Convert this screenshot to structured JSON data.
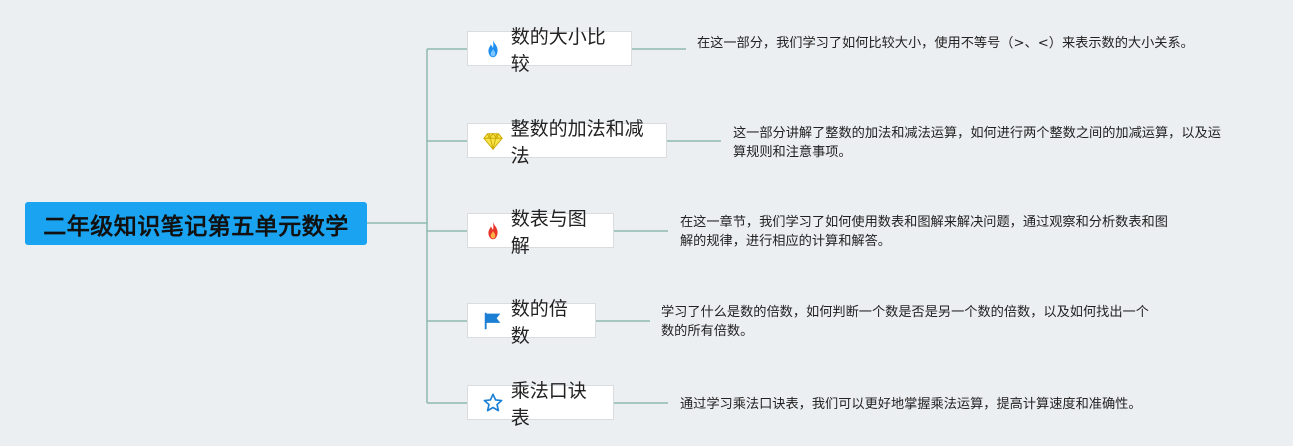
{
  "root": {
    "title": "二年级知识笔记第五单元数学"
  },
  "branches": [
    {
      "label": "数的大小比较",
      "icon": "blue-flame-icon",
      "note": "在这一部分，我们学习了如何比较大小，使用不等号（>、<）来表示数的大小关系。"
    },
    {
      "label": "整数的加法和减法",
      "icon": "gem-icon",
      "note": "这一部分讲解了整数的加法和减法运算，如何进行两个整数之间的加减运算，以及运算规则和注意事项。"
    },
    {
      "label": "数表与图解",
      "icon": "red-flame-icon",
      "note": "在这一章节，我们学习了如何使用数表和图解来解决问题，通过观察和分析数表和图解的规律，进行相应的计算和解答。"
    },
    {
      "label": "数的倍数",
      "icon": "flag-icon",
      "note": "学习了什么是数的倍数，如何判断一个数是否是另一个数的倍数，以及如何找出一个数的所有倍数。"
    },
    {
      "label": "乘法口诀表",
      "icon": "star-icon",
      "note": "通过学习乘法口诀表，我们可以更好地掌握乘法运算，提高计算速度和准确性。"
    }
  ],
  "colors": {
    "root": "#1aa3f0",
    "connector": "#8fb8b0",
    "background": "#eceff2"
  }
}
